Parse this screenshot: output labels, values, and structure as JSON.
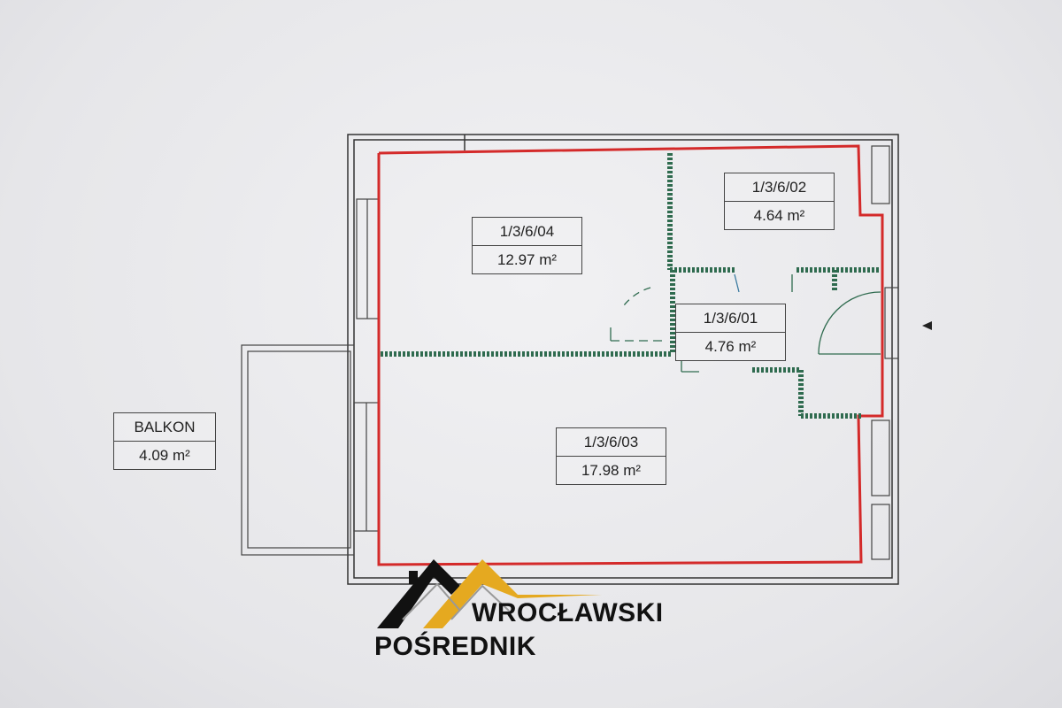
{
  "rooms": [
    {
      "id": "1/3/6/04",
      "area": "12.97 m²"
    },
    {
      "id": "1/3/6/02",
      "area": "4.64 m²"
    },
    {
      "id": "1/3/6/01",
      "area": "4.76 m²"
    },
    {
      "id": "1/3/6/03",
      "area": "17.98 m²"
    }
  ],
  "balcony": {
    "name": "BALKON",
    "area": "4.09 m²"
  },
  "logo": {
    "line1": "WROCŁAWSKI",
    "line2": "POŚREDNIK"
  },
  "colors": {
    "outline": "#d42a2a",
    "walls": "#2f6b4f",
    "logo_gold": "#e5a920"
  }
}
